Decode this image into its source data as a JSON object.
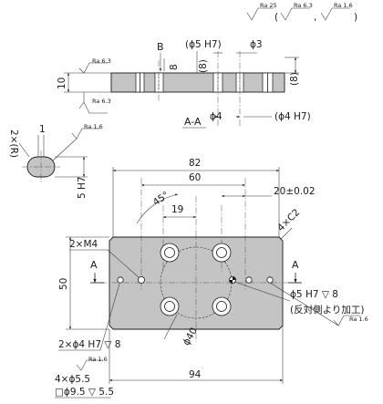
{
  "roughness": {
    "main": "Ra 25",
    "bracket_open": "(",
    "alt1": "Ra 6.3",
    "comma": ",",
    "alt2": "Ra 1.6",
    "bracket_close": ")"
  },
  "side_view": {
    "section_B": "B",
    "dim_8": "8",
    "dim_paren_8_left": "(8)",
    "dim_phi5H7": "(ϕ5 H7)",
    "dim_phi3": "ϕ3",
    "dim_paren_8_right": "(8)",
    "dim_10": "10",
    "ra_top": "Ra 6.3",
    "ra_bottom": "Ra 6.3",
    "section_label": "A-A",
    "dim_phi4": "ϕ4",
    "dim_phi4H7": "(ϕ4 H7)"
  },
  "detail_B": {
    "dim_1": "1",
    "label_2xR": "2×(R)",
    "ra": "Ra 1.6",
    "dim_5H7": "5 H7"
  },
  "top_view": {
    "dim_82": "82",
    "dim_60": "60",
    "dim_20": "20±0.02",
    "dim_45": "45°",
    "dim_19": "19",
    "chamfer": "4×C2",
    "tap": "2×M4",
    "section_A_left": "A",
    "section_A_right": "A",
    "dim_50": "50",
    "pin_hole": "ϕ5 H7 ▽ 8",
    "pin_hole_note": "(反対側より加工)",
    "ra_right": "Ra 1.6",
    "pin_hole_left": "2×ϕ4 H7 ▽ 8",
    "ra_left": "Ra 1.6",
    "dim_phi40": "ϕ40",
    "dim_94": "94",
    "cbore1": "4×ϕ5.5",
    "cbore2": "□ϕ9.5 ▽ 5.5"
  }
}
